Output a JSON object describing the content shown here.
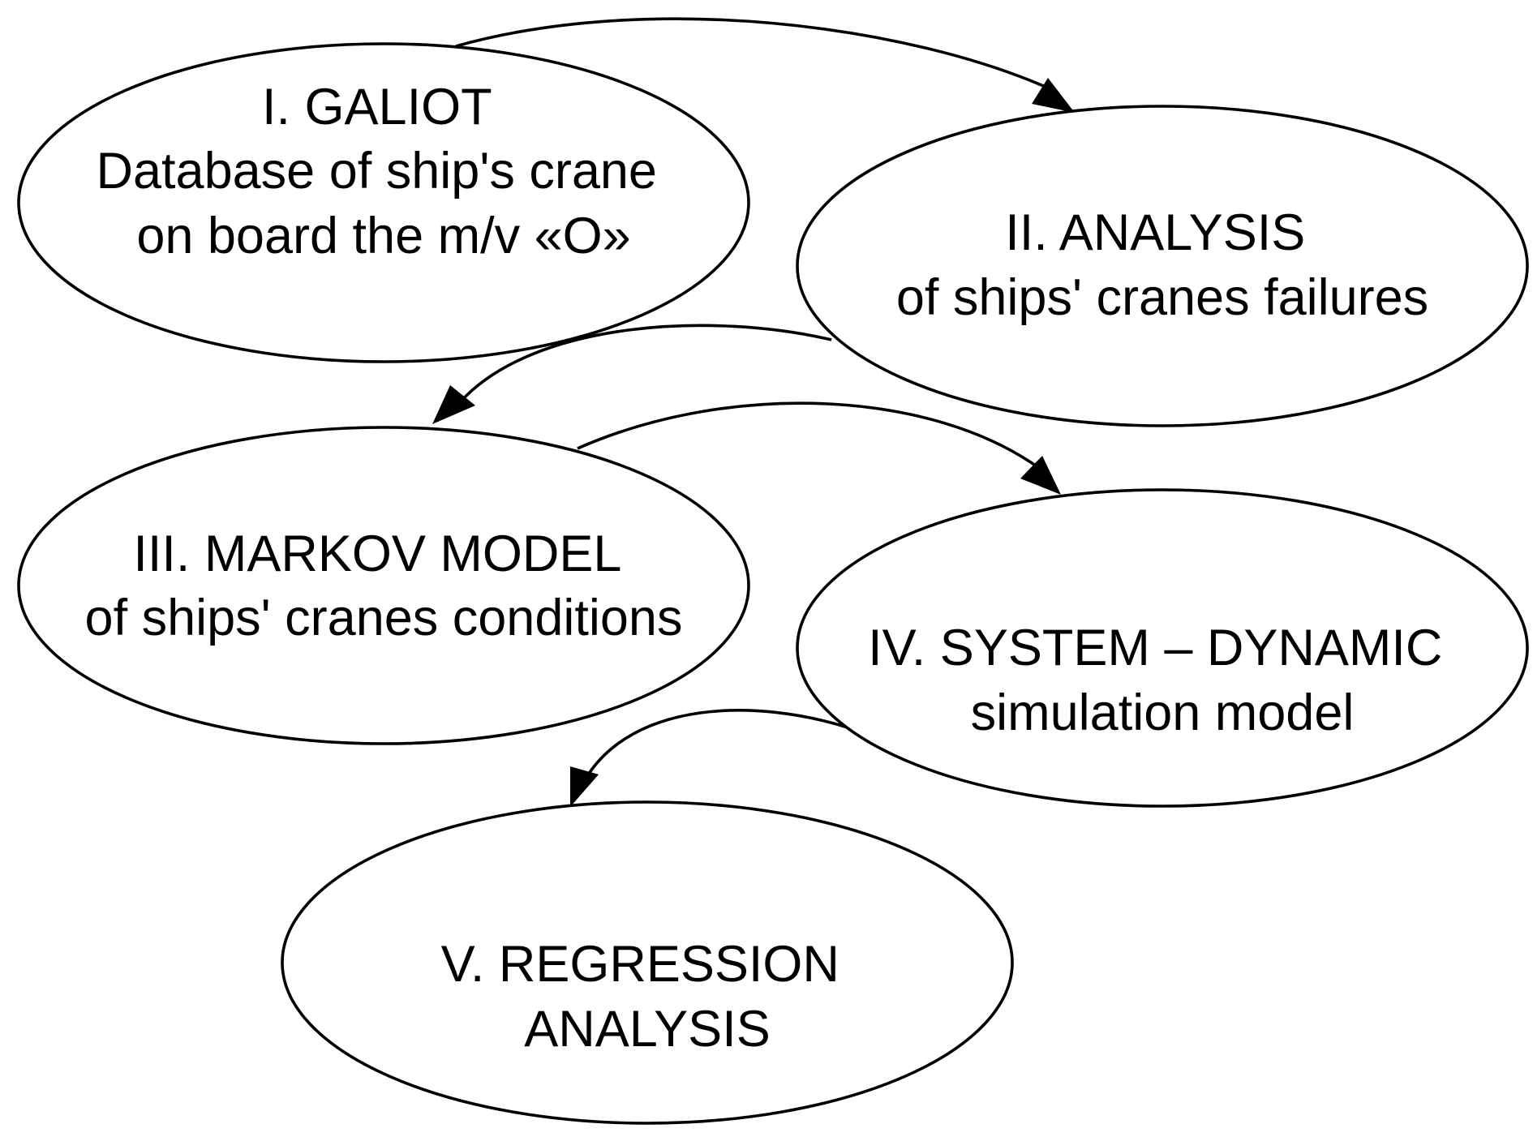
{
  "nodes": [
    {
      "id": "galiot",
      "lines": [
        "I. GALIOT",
        "Database of ship's crane",
        "on board the m/v  «O»"
      ]
    },
    {
      "id": "analysis",
      "lines": [
        "II. ANALYSIS",
        "of ships' cranes failures"
      ]
    },
    {
      "id": "markov",
      "lines": [
        "III. MARKOV MODEL",
        "of ships' cranes conditions"
      ]
    },
    {
      "id": "system-dynamic",
      "lines": [
        "IV. SYSTEM – DYNAMIC",
        "simulation model"
      ]
    },
    {
      "id": "regression",
      "lines": [
        "V. REGRESSION",
        "ANALYSIS"
      ]
    }
  ],
  "edges": [
    {
      "from": "galiot",
      "to": "analysis"
    },
    {
      "from": "analysis",
      "to": "markov"
    },
    {
      "from": "markov",
      "to": "system-dynamic"
    },
    {
      "from": "system-dynamic",
      "to": "regression"
    }
  ],
  "colors": {
    "stroke": "#000000",
    "fill": "#ffffff",
    "text": "#000000"
  }
}
